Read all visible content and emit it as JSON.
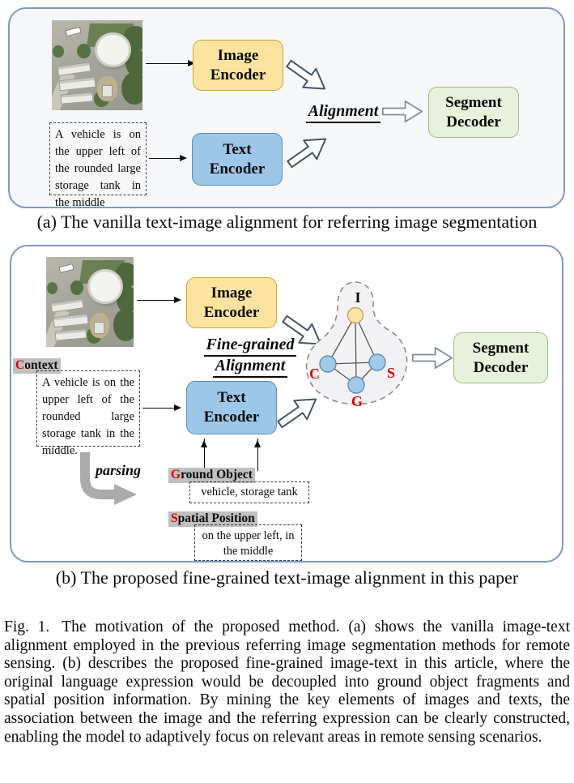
{
  "panel_a": {
    "caption": "(a) The vanilla text-image alignment for referring image segmentation",
    "query_text": "A vehicle is on the upper left of the rounded large storage tank in the middle",
    "image_encoder_label": "Image Encoder",
    "text_encoder_label": "Text Encoder",
    "segment_decoder_label": "Segment Decoder",
    "alignment_label": "Alignment"
  },
  "panel_b": {
    "caption": "(b) The proposed fine-grained text-image alignment in this paper",
    "context_label_first": "C",
    "context_label_rest": "ontext",
    "query_text": "A vehicle is on the upper left of the rounded large storage tank in the middle.",
    "image_encoder_label": "Image Encoder",
    "text_encoder_label": "Text Encoder",
    "segment_decoder_label": "Segment Decoder",
    "alignment_label_line1": "Fine-grained",
    "alignment_label_line2": "Alignment",
    "parsing_label": "parsing",
    "ground_object_label_first": "G",
    "ground_object_label_rest": "round Object",
    "ground_object_content": "vehicle, storage tank",
    "spatial_position_label_first": "S",
    "spatial_position_label_rest": "patial Position",
    "spatial_position_content": "on the upper left, in the middle",
    "graph_nodes": {
      "image": "I",
      "context": "C",
      "spatial": "S",
      "ground": "G"
    }
  },
  "figure_caption": {
    "prefix": "Fig. 1.",
    "body": "The motivation of the proposed method. (a) shows the vanilla image-text alignment employed in the previous referring image segmentation methods for remote sensing. (b) describes the proposed fine-grained image-text in this article, where the original language expression would be decoupled into ground object fragments and spatial position information. By mining the key elements of images and texts, the association between the image and the referring expression can be clearly constructed, enabling the model to adaptively focus on relevant areas in remote sensing scenarios."
  },
  "colors": {
    "image_encoder_fill": "#FCE4A0",
    "image_encoder_border": "#CBA43C",
    "text_encoder_fill": "#9CC7E8",
    "text_encoder_border": "#5B8DB8",
    "segment_decoder_fill": "#E7F1DC",
    "segment_decoder_border": "#9FB886",
    "panel_border": "#7C99C6",
    "highlight_red": "#DD0000",
    "label_highlight_bg": "#C0C0C0",
    "arrow_outline_dark": "#44546A",
    "arrow_outline_gray": "#7F8C99",
    "parsing_arrow_gray": "#ABABAB"
  }
}
